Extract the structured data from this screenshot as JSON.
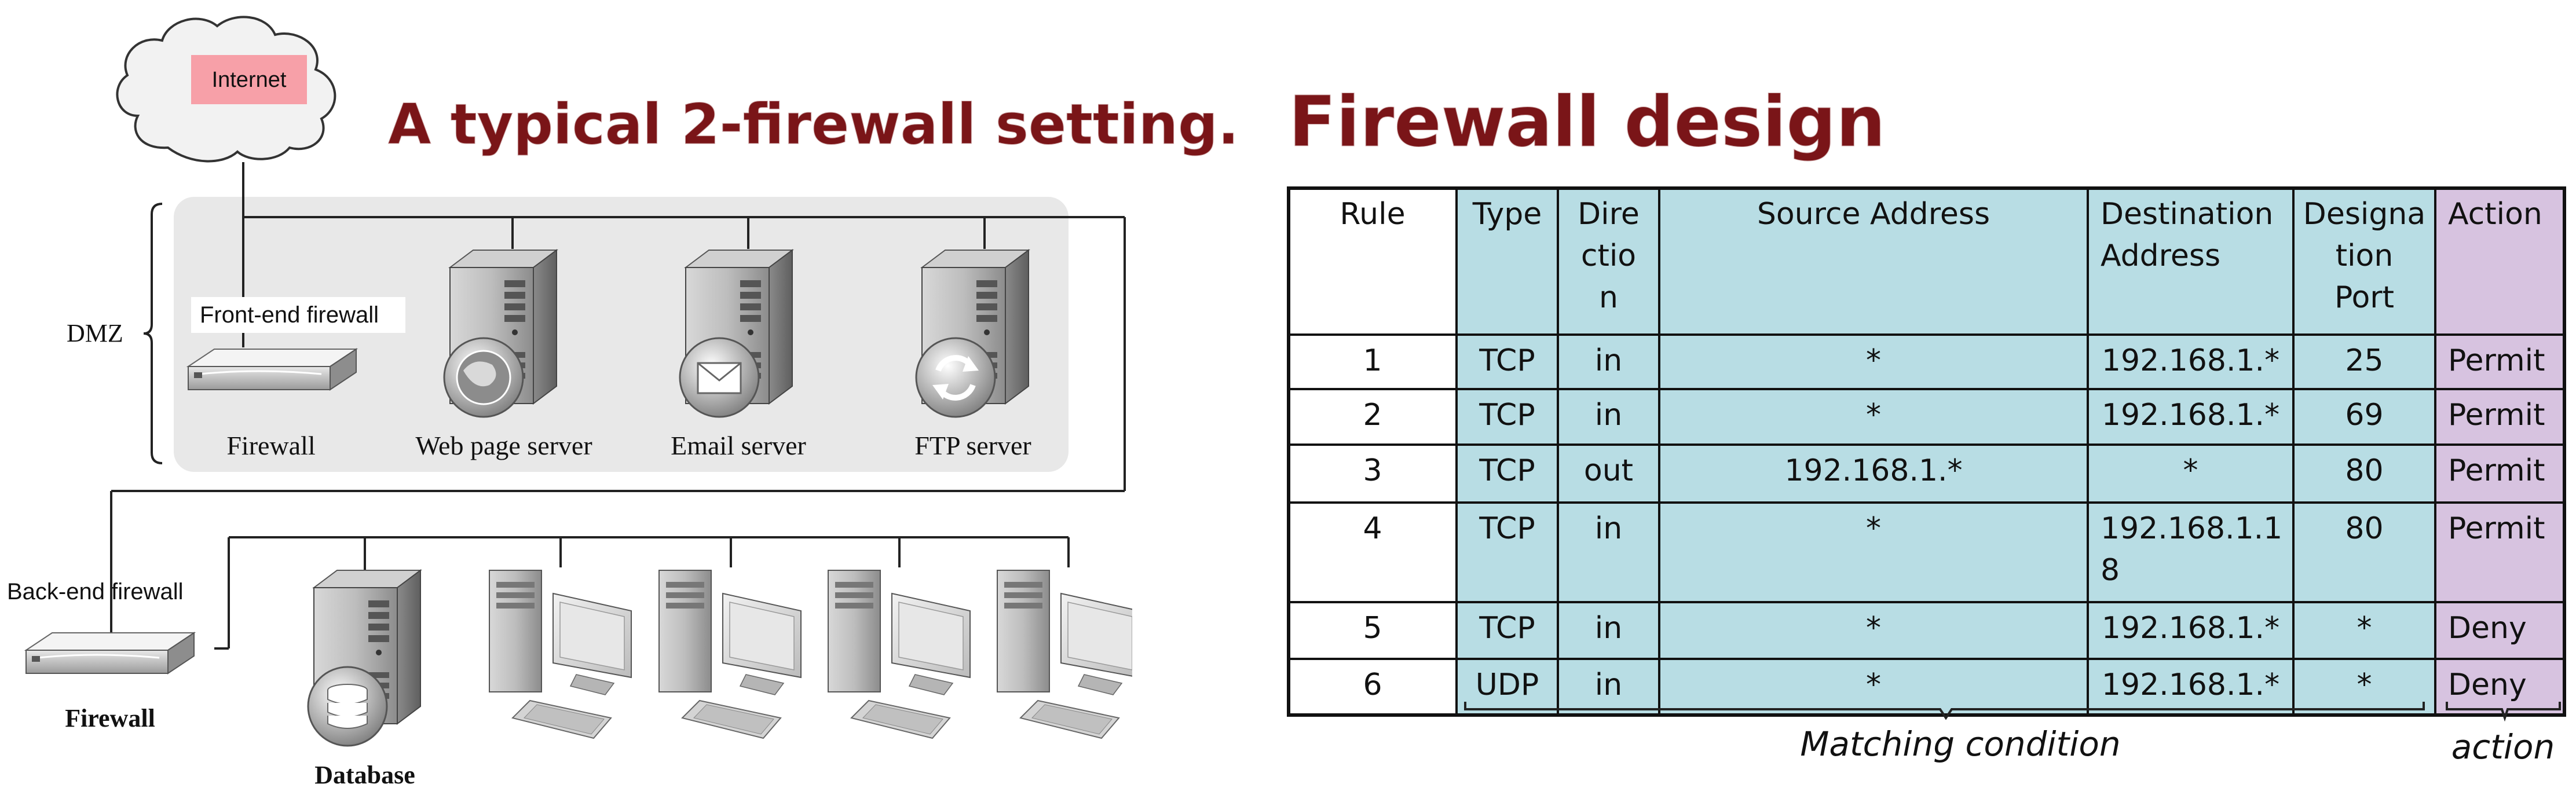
{
  "left_title": "A typical 2-firewall setting.",
  "right_title": "Firewall design",
  "network": {
    "internet_label": "Internet",
    "dmz_label": "DMZ",
    "front_firewall_label": "Front-end firewall",
    "firewall_label": "Firewall",
    "web_server_label": "Web page server",
    "email_server_label": "Email server",
    "ftp_server_label": "FTP server",
    "back_firewall_label": "Back-end firewall",
    "back_firewall_caption": "Firewall",
    "database_label": "Database"
  },
  "table": {
    "headers": [
      [
        "Rule"
      ],
      [
        "Type"
      ],
      [
        "Dire",
        "ctio",
        "n"
      ],
      [
        "Source Address"
      ],
      [
        "Destination",
        "Address"
      ],
      [
        "Designa",
        "tion",
        "Port"
      ],
      [
        "Action"
      ]
    ],
    "rows": [
      [
        [
          "1"
        ],
        [
          "TCP"
        ],
        [
          "in"
        ],
        [
          "*"
        ],
        [
          "192.168.1.*"
        ],
        [
          "25"
        ],
        [
          "Permit"
        ]
      ],
      [
        [
          "2"
        ],
        [
          "TCP"
        ],
        [
          "in"
        ],
        [
          "*"
        ],
        [
          "192.168.1.*"
        ],
        [
          "69"
        ],
        [
          "Permit"
        ]
      ],
      [
        [
          "3"
        ],
        [
          "TCP"
        ],
        [
          "out"
        ],
        [
          "192.168.1.*"
        ],
        [
          "*"
        ],
        [
          "80"
        ],
        [
          "Permit"
        ]
      ],
      [
        [
          "4"
        ],
        [
          "TCP"
        ],
        [
          "in"
        ],
        [
          "*"
        ],
        [
          "192.168.1.1",
          "8"
        ],
        [
          "80"
        ],
        [
          "Permit"
        ]
      ],
      [
        [
          "5"
        ],
        [
          "TCP"
        ],
        [
          "in"
        ],
        [
          "*"
        ],
        [
          "192.168.1.*"
        ],
        [
          "*"
        ],
        [
          "Deny"
        ]
      ],
      [
        [
          "6"
        ],
        [
          "UDP"
        ],
        [
          "in"
        ],
        [
          "*"
        ],
        [
          "192.168.1.*"
        ],
        [
          "*"
        ],
        [
          "Deny"
        ]
      ]
    ],
    "matching_caption": "Matching condition",
    "action_caption": "action"
  },
  "colors": {
    "title": "#7a1518",
    "cell_blue": "#b8dde4",
    "cell_purple": "#d7c3e0",
    "dmz_bg": "#e8e8e8",
    "internet_box": "#f7a0a8"
  }
}
